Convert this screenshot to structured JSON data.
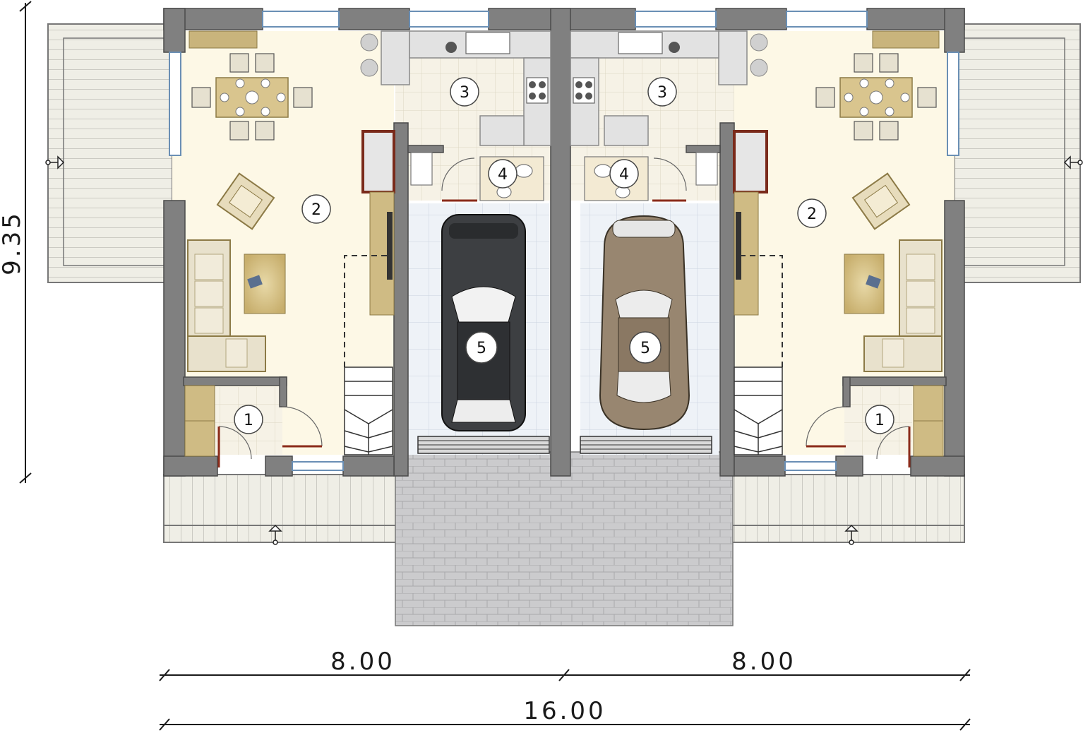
{
  "dimensions": {
    "height_label": "9.35",
    "left_width_label": "8.00",
    "right_width_label": "8.00",
    "total_width_label": "16.00"
  },
  "rooms": {
    "left": {
      "hall": "1",
      "living": "2",
      "kitchen": "3",
      "wc": "4",
      "garage": "5"
    },
    "right": {
      "hall": "1",
      "living": "2",
      "kitchen": "3",
      "wc": "4",
      "garage": "5"
    }
  },
  "colors": {
    "wall": "#7a7a7a",
    "living_floor": "#fdf8e4",
    "tile_floor": "#f3efe2",
    "garage_floor": "#e9eef4",
    "deck": "#efeee7",
    "paving": "#c9c9cb",
    "furniture": "#cdb985",
    "accent_door": "#8b2b1a"
  }
}
